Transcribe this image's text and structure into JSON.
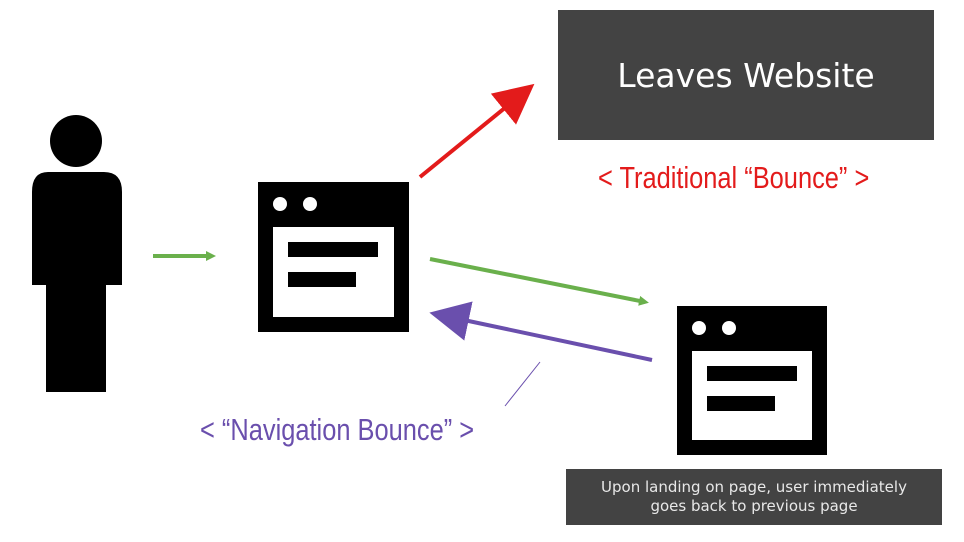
{
  "leaves_box": {
    "label": "Leaves Website"
  },
  "traditional_bounce": {
    "label": "< Traditional “Bounce” >",
    "color": "#e31b1b"
  },
  "navigation_bounce": {
    "label": "< “Navigation Bounce” >",
    "color": "#6a4fad"
  },
  "caption": {
    "label": "Upon landing on page, user immediately goes back to previous page"
  },
  "colors": {
    "green_arrow": "#6ab04c",
    "red_arrow": "#e31b1b",
    "purple_arrow": "#6a4fad",
    "dark_box": "#434343"
  }
}
